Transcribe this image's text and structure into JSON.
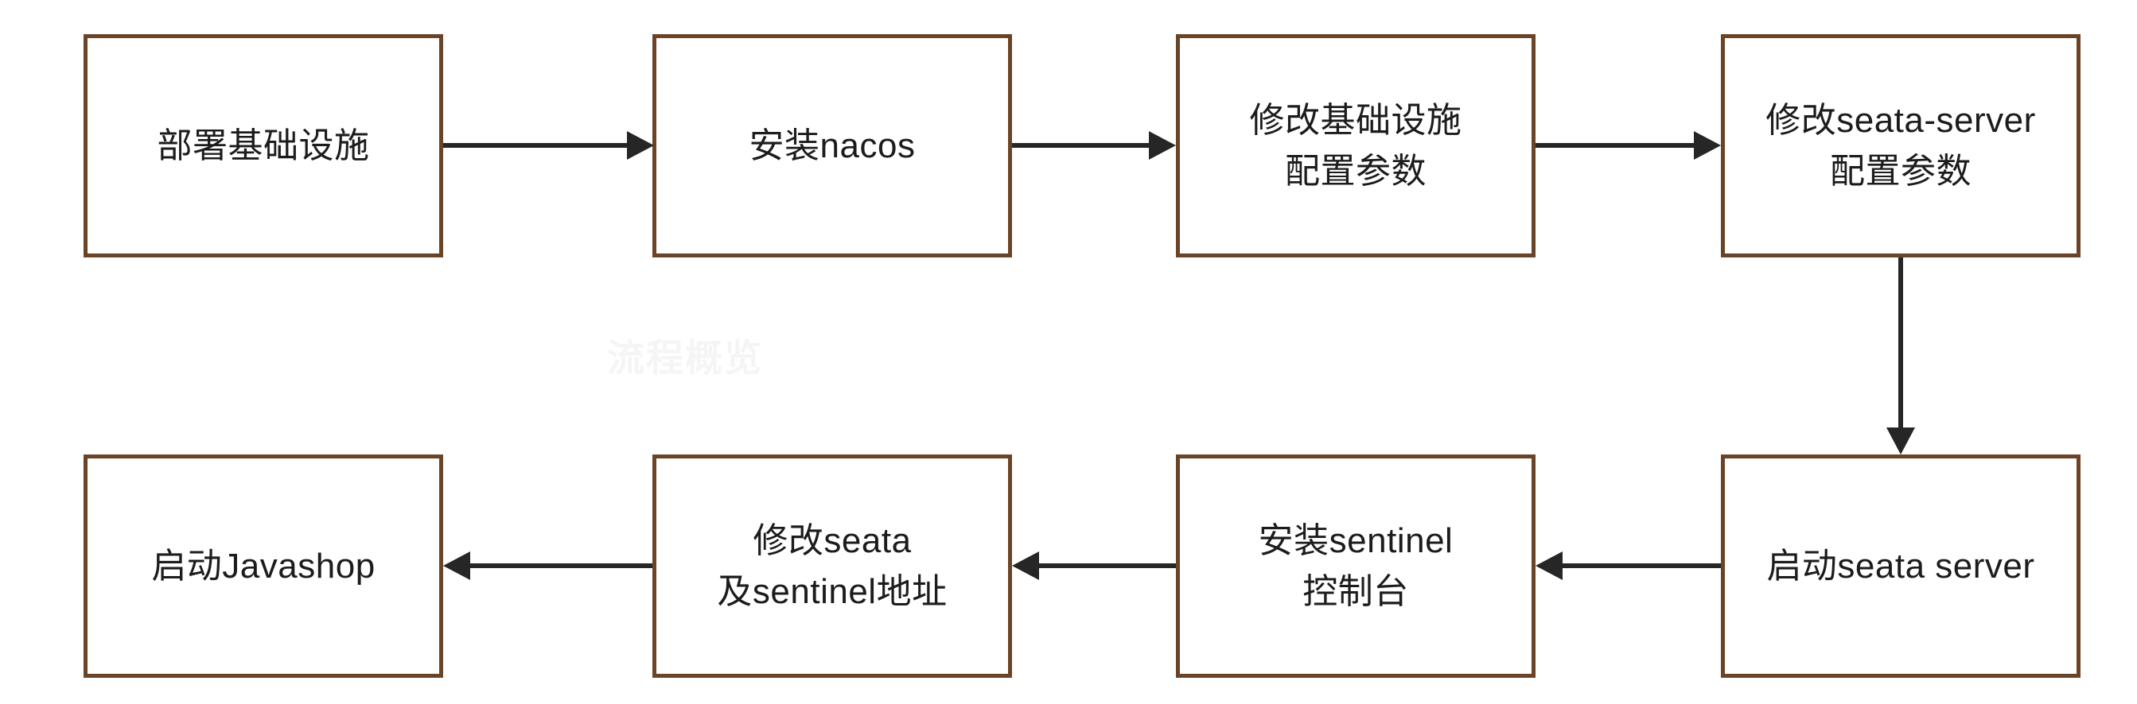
{
  "colors": {
    "background": "#ffffff",
    "box_border": "#6b4326",
    "box_fill": "#ffffff",
    "arrow": "#262626",
    "text": "#1c1c1c"
  },
  "diagram": {
    "type": "flowchart",
    "watermark_text": "流程概览",
    "nodes": [
      {
        "id": "deploy-infra",
        "label": "部署基础设施"
      },
      {
        "id": "install-nacos",
        "label": "安装nacos"
      },
      {
        "id": "modify-infra-config",
        "label": "修改基础设施\n配置参数"
      },
      {
        "id": "modify-seata-server-config",
        "label": "修改seata-server\n配置参数"
      },
      {
        "id": "start-seata-server",
        "label": "启动seata server"
      },
      {
        "id": "install-sentinel-console",
        "label": "安装sentinel\n控制台"
      },
      {
        "id": "modify-seata-sentinel-address",
        "label": "修改seata\n及sentinel地址"
      },
      {
        "id": "start-javashop",
        "label": "启动Javashop"
      }
    ],
    "edges": [
      {
        "from": "deploy-infra",
        "to": "install-nacos",
        "direction": "right"
      },
      {
        "from": "install-nacos",
        "to": "modify-infra-config",
        "direction": "right"
      },
      {
        "from": "modify-infra-config",
        "to": "modify-seata-server-config",
        "direction": "right"
      },
      {
        "from": "modify-seata-server-config",
        "to": "start-seata-server",
        "direction": "down"
      },
      {
        "from": "start-seata-server",
        "to": "install-sentinel-console",
        "direction": "left"
      },
      {
        "from": "install-sentinel-console",
        "to": "modify-seata-sentinel-address",
        "direction": "left"
      },
      {
        "from": "modify-seata-sentinel-address",
        "to": "start-javashop",
        "direction": "left"
      }
    ]
  }
}
